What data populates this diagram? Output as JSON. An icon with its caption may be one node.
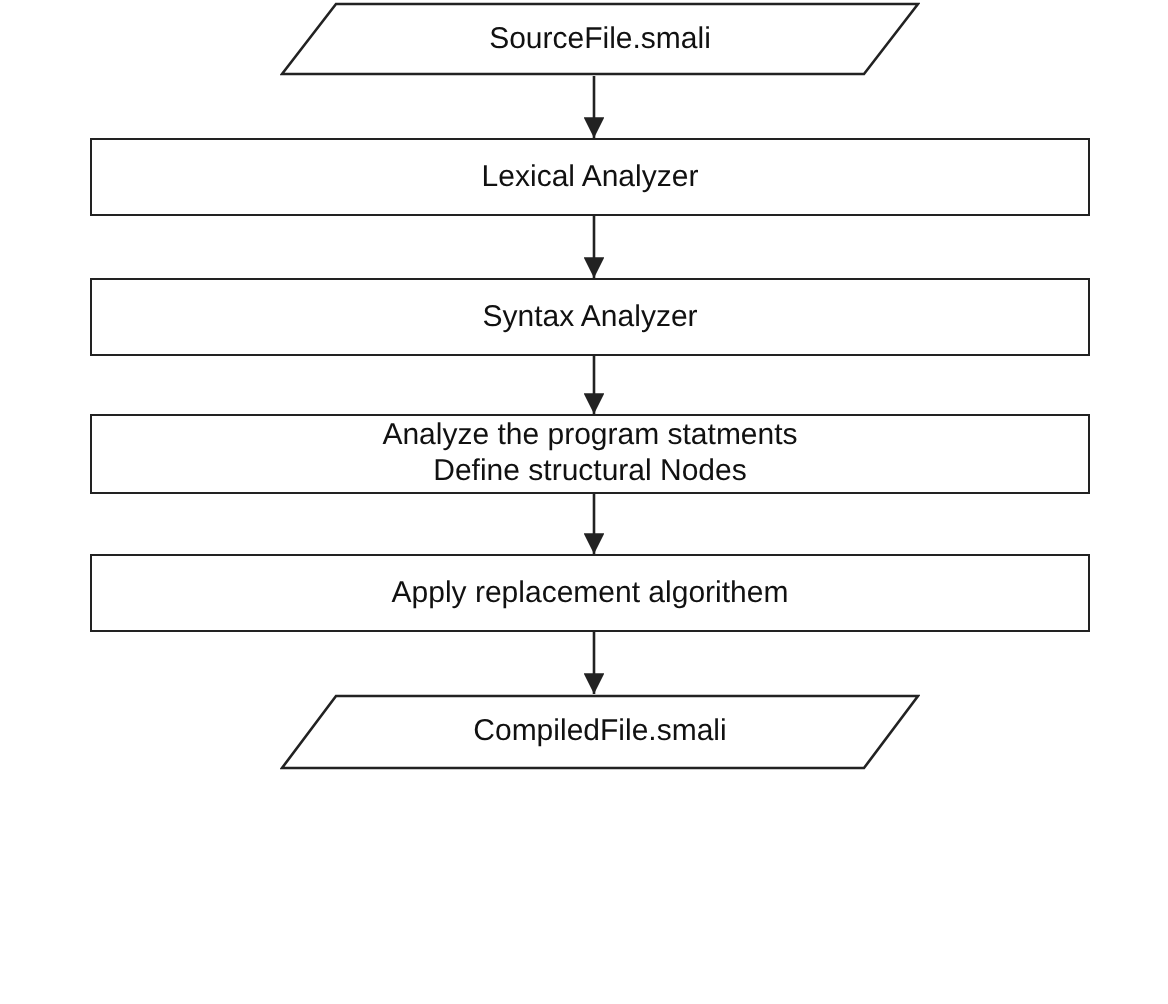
{
  "diagram": {
    "nodes": [
      {
        "text": [
          "SourceFile.smali"
        ]
      },
      {
        "text": [
          "Lexical Analyzer"
        ]
      },
      {
        "text": [
          "Syntax Analyzer"
        ]
      },
      {
        "text": [
          "Analyze the program statments",
          "Define structural Nodes"
        ]
      },
      {
        "text": [
          "Apply replacement algorithem"
        ]
      },
      {
        "text": [
          "CompiledFile.smali"
        ]
      }
    ],
    "edges": [
      {
        "from": 0,
        "to": 1,
        "arrow": "to"
      },
      {
        "from": 1,
        "to": 2,
        "arrow": "to"
      },
      {
        "from": 2,
        "to": 3,
        "arrow": "to"
      },
      {
        "from": 3,
        "to": 4,
        "arrow": "to"
      },
      {
        "from": 4,
        "to": 5,
        "arrow": "to"
      }
    ]
  }
}
